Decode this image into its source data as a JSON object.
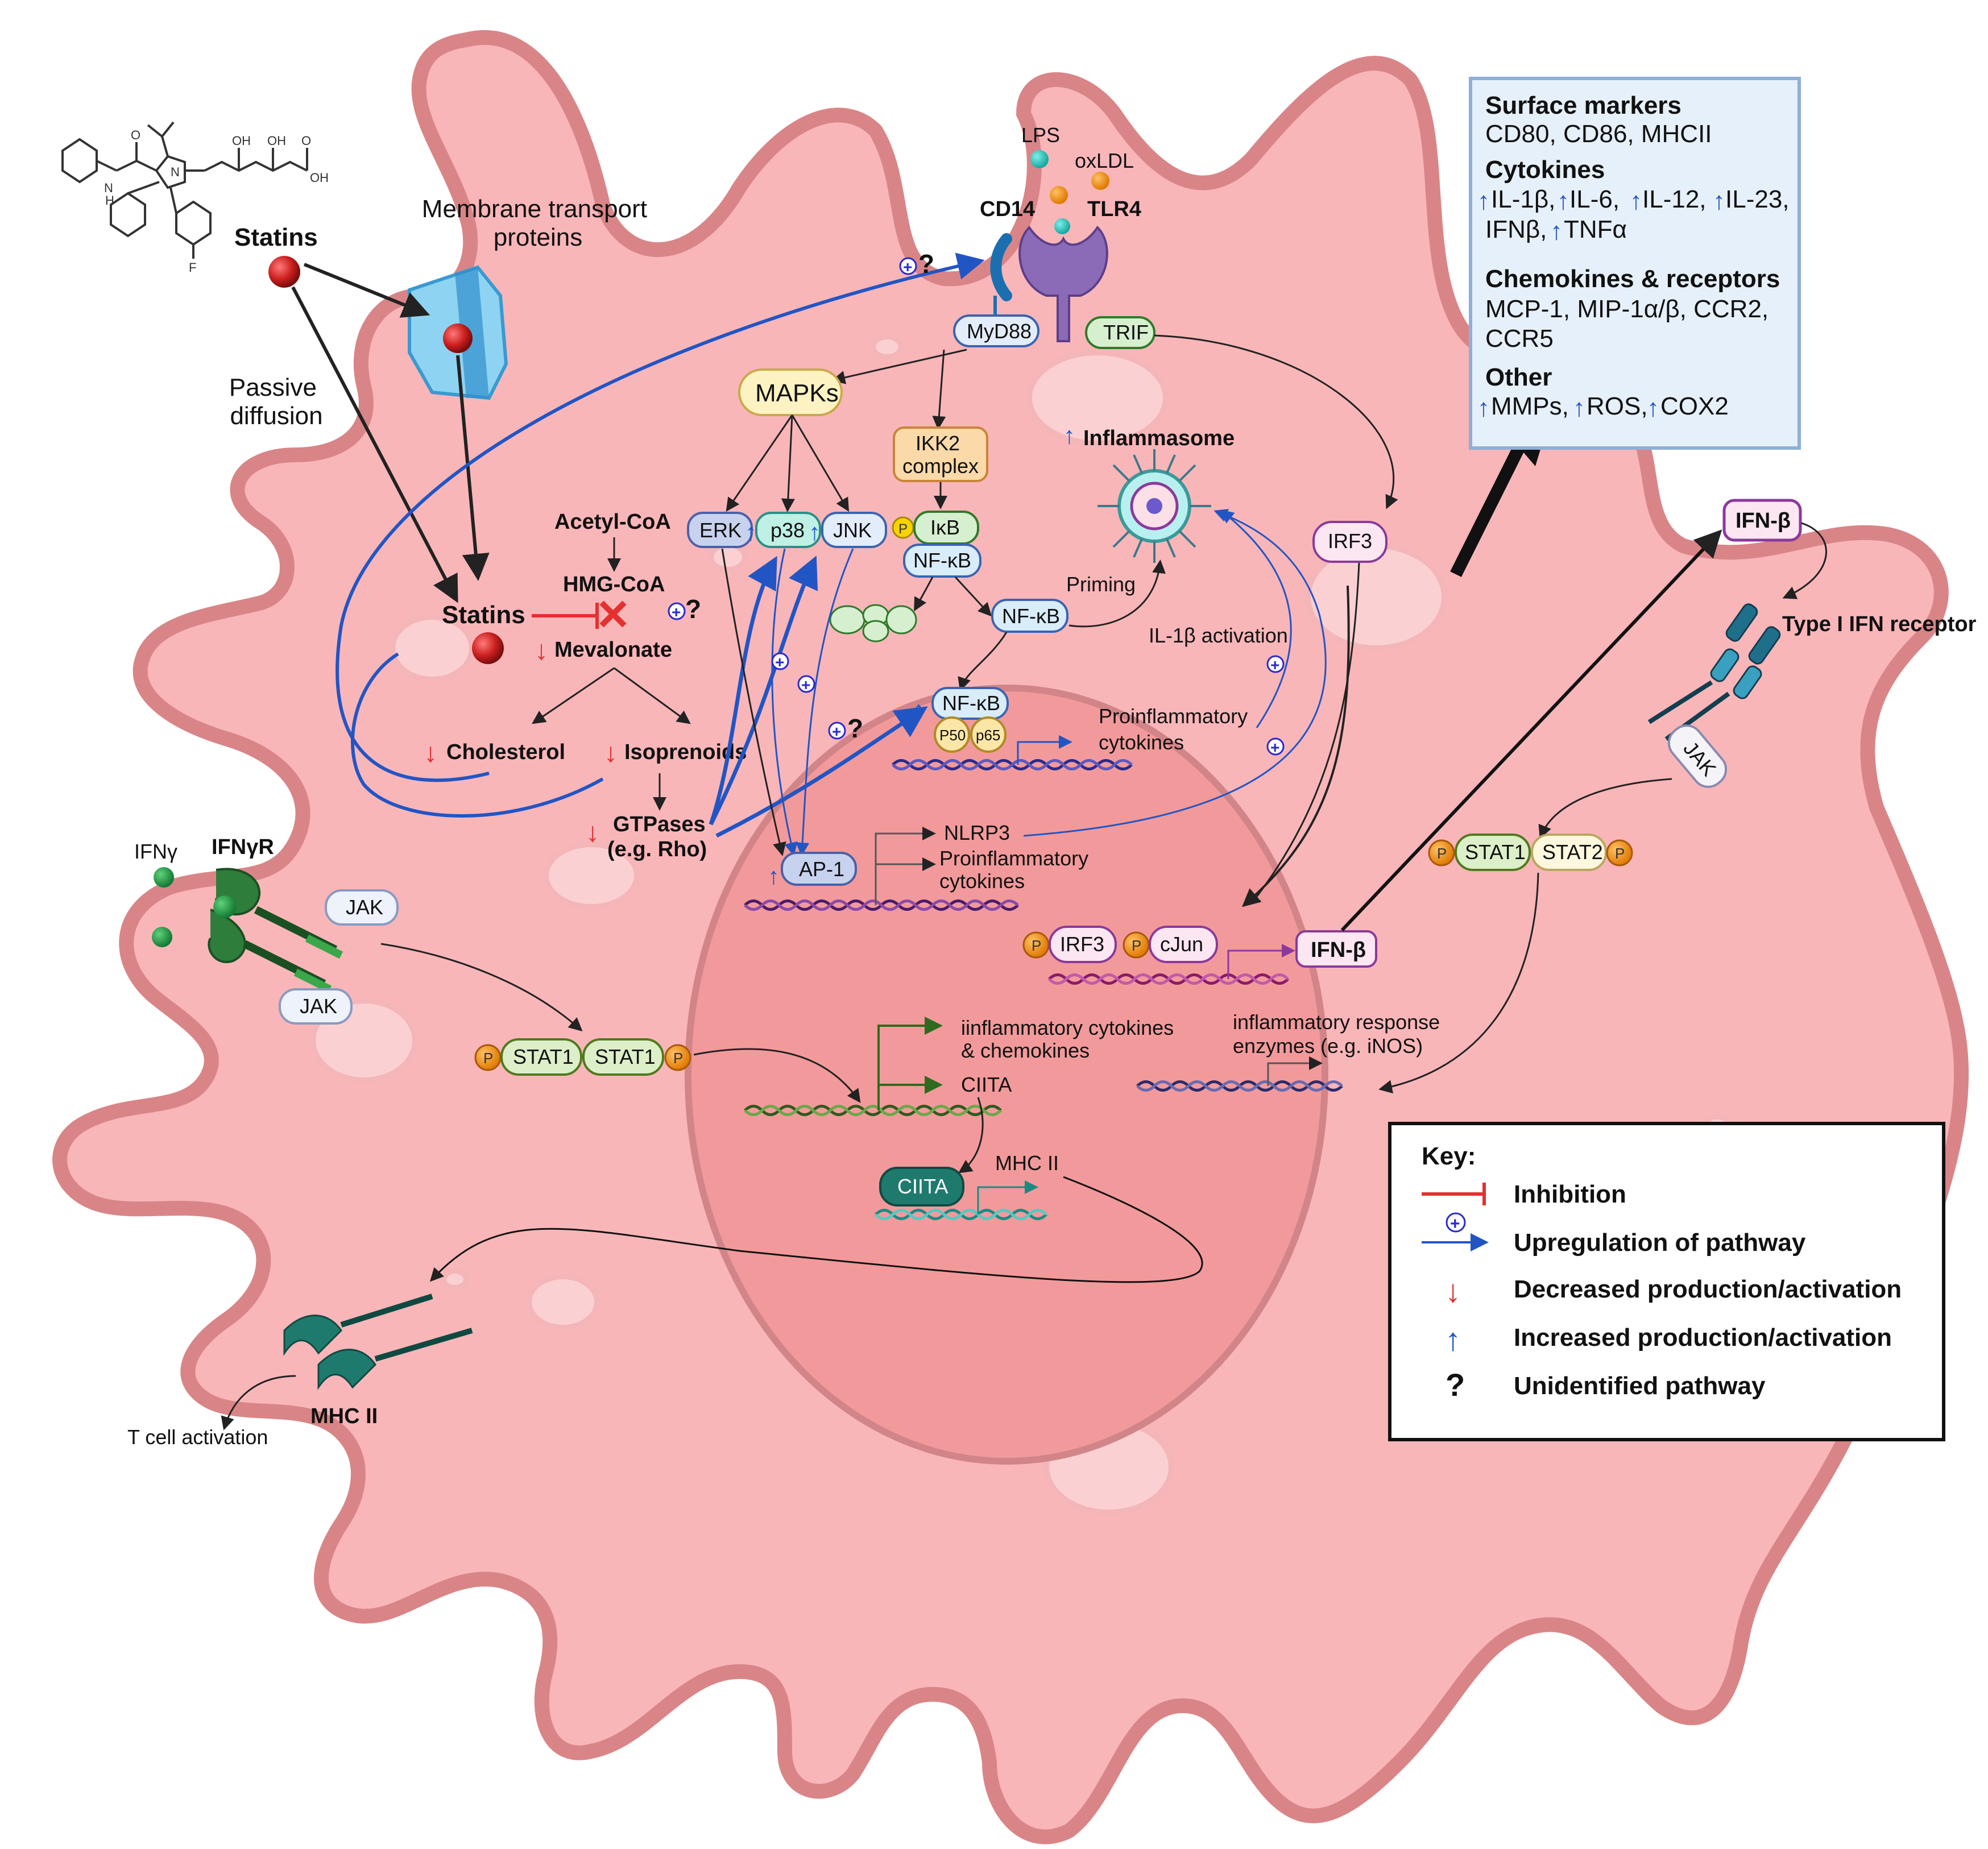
{
  "statins": {
    "statins_top": "Statins",
    "statins_mid": "Statins",
    "membrane_transport": [
      "Membrane transport",
      "proteins"
    ],
    "passive_diffusion": [
      "Passive",
      "diffusion"
    ]
  },
  "mevalonate": {
    "acetyl_coa": "Acetyl-CoA",
    "hmg_coa": "HMG-CoA",
    "mevalonate": "Mevalonate",
    "cholesterol": "Cholesterol",
    "isoprenoids": "Isoprenoids",
    "gtpases": [
      "GTPases",
      "(e.g. Rho)"
    ]
  },
  "tlr": {
    "lps": "LPS",
    "oxldl": "oxLDL",
    "cd14": "CD14",
    "tlr4": "TLR4",
    "myd88": "MyD88",
    "trif": "TRIF",
    "mapks": "MAPKs",
    "ikk2": [
      "IKK2",
      "complex"
    ],
    "erk": "ERK",
    "p38": "p38",
    "jnk": "JNK",
    "ikb": "IκB",
    "nfkb_complex": "NF-κB",
    "nfkb_free": "NF-κB",
    "nfkb_nuclear": "NF-κB",
    "p50": "P50",
    "p65": "p65",
    "p_small": "P",
    "priming": "Priming",
    "inflammasome": "Inflammasome",
    "il1b_activation": "IL-1β  activation",
    "proinflam_nfkb": [
      "Proinflammatory",
      "cytokines"
    ],
    "ap1": "AP-1",
    "nlrp3": "NLRP3",
    "proinflam_ap1": [
      "Proinflammatory",
      "cytokines"
    ],
    "question": "?",
    "plus": "+"
  },
  "irf": {
    "irf3": "IRF3",
    "irf3_nuclear": "IRF3",
    "cjun": "cJun",
    "p": "P",
    "ifnb_nuclear": "IFN-β",
    "ifnb_out": "IFN-β",
    "type1_receptor": "Type I IFN receptor",
    "jak": "JAK",
    "stat1": "STAT1",
    "stat2": "STAT2",
    "enzymes": [
      "inflammatory response",
      "enzymes (e.g. iNOS)"
    ]
  },
  "ifng": {
    "ifng": "IFNγ",
    "ifngr": "IFNγR",
    "jak_top": "JAK",
    "jak_bottom": "JAK",
    "stat1_a": "STAT1",
    "stat1_b": "STAT1",
    "p": "P",
    "iinflam": [
      "iinflammatory cytokines",
      "& chemokines"
    ],
    "ciita_gene": "CIITA",
    "ciita_protein": "CIITA",
    "mhcii_gene": "MHC II",
    "mhcii_surface": "MHC II",
    "t_cell": "T cell activation"
  },
  "info_box": {
    "surface_title": "Surface markers",
    "surface_text": "CD80, CD86, MHCII",
    "cytokines_title": "Cytokines",
    "cytokines_line1": [
      "IL-1β,",
      "IL-6,",
      "IL-12,",
      "IL-23,"
    ],
    "cytokines_line2_a": "IFNβ,",
    "cytokines_line2_b": "TNFα",
    "chemokines_title": "Chemokines & receptors",
    "chemokines_line1": "MCP-1, MIP-1α/β, CCR2,",
    "chemokines_line2": "CCR5",
    "other_title": "Other",
    "other_items": [
      "MMPs,",
      "ROS,",
      "COX2"
    ]
  },
  "key": {
    "title": "Key:",
    "items": [
      {
        "label": "Inhibition"
      },
      {
        "label": "Upregulation of pathway"
      },
      {
        "label": "Decreased production/activation"
      },
      {
        "label": "Increased production/activation"
      },
      {
        "label": "Unidentified pathway"
      }
    ],
    "question_symbol": "?",
    "plus_symbol": "+"
  },
  "colors": {
    "cell_fill": "#f9b6b9",
    "cell_stroke": "#d98587",
    "nucleus_fill": "#f29a9b",
    "inhibition_red": "#e53030",
    "upregulation_blue": "#2255c4",
    "info_box_fill": "#e6f0fa",
    "info_box_stroke": "#8fb0d6"
  }
}
